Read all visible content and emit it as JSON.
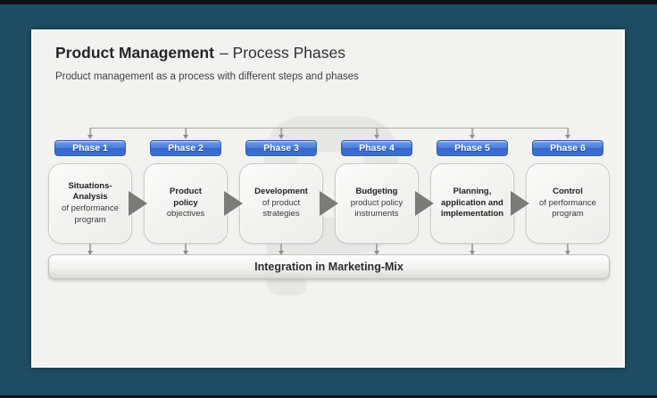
{
  "slide": {
    "title": {
      "bold": "Product Management",
      "rest": "– Process Phases"
    },
    "subtitle": "Product management as a process with different steps and phases",
    "integration_bar_label": "Integration in Marketing-Mix"
  },
  "phases": [
    {
      "label": "Phase 1",
      "step_bold": "Situations-\nAnalysis",
      "step_rest": "of performance\nprogram"
    },
    {
      "label": "Phase 2",
      "step_bold": "Product\npolicy",
      "step_rest": "objectives"
    },
    {
      "label": "Phase 3",
      "step_bold": "Development",
      "step_rest": "of product\nstrategies"
    },
    {
      "label": "Phase 4",
      "step_bold": "Budgeting",
      "step_rest": "product policy\ninstruments"
    },
    {
      "label": "Phase 5",
      "step_bold": "Planning,\napplication and\nimplementation",
      "step_rest": ""
    },
    {
      "label": "Phase 6",
      "step_bold": "Control",
      "step_rest": "of performance\nprogram"
    }
  ],
  "colors": {
    "frame_teal": "#1e4d63",
    "edge_black": "#0c1117",
    "slide_bg": "#f2f2f0",
    "phase_button_blue": "#3e72d4",
    "phase_button_border": "#2c5cae",
    "flow_arrow_gray": "#7b7b79",
    "connector_gray": "#a8a8a6",
    "watermark_gray": "#e7e7e5",
    "text_dark": "#262626"
  }
}
